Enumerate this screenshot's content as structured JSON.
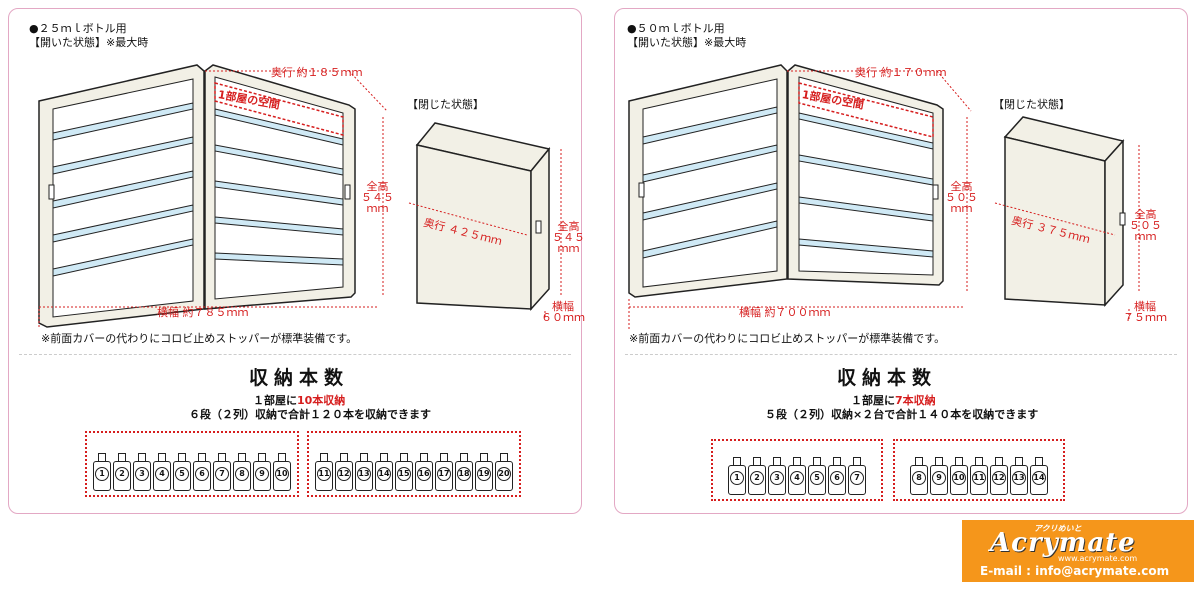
{
  "left": {
    "header_line1": "●２５ｍｌボトル用",
    "header_line2": "【開いた状態】※最大時",
    "room_label": "1部屋の空間",
    "dim_depth_open": "奥行 約１８５ｍｍ",
    "dim_height_open": [
      "全高",
      "５４５",
      "ｍｍ"
    ],
    "dim_width_open": "横幅 約７８５ｍｍ",
    "closed_label": "【閉じた状態】",
    "dim_depth_closed": "奥行 ４２５ｍｍ",
    "dim_height_closed": [
      "全高",
      "５４５",
      "ｍｍ"
    ],
    "dim_width_closed": [
      "横幅",
      "６０ｍｍ"
    ],
    "note": "※前面カバーの代わりにコロビ止めストッパーが標準装備です。",
    "cap_title": "収納本数",
    "cap_line1_pre": "１部屋に",
    "cap_line1_hl": "10本収納",
    "cap_line2": "６段（２列）収納で合計１２０本を収納できます",
    "group1": [
      "1",
      "2",
      "3",
      "4",
      "5",
      "6",
      "7",
      "8",
      "9",
      "10"
    ],
    "group2": [
      "11",
      "12",
      "13",
      "14",
      "15",
      "16",
      "17",
      "18",
      "19",
      "20"
    ]
  },
  "right": {
    "header_line1": "●５０ｍｌボトル用",
    "header_line2": "【開いた状態】※最大時",
    "room_label": "1部屋の空間",
    "dim_depth_open": "奥行 約１７０ｍｍ",
    "dim_height_open": [
      "全高",
      "５０５",
      "ｍｍ"
    ],
    "dim_width_open": "横幅 約７００ｍｍ",
    "closed_label": "【閉じた状態】",
    "dim_depth_closed": "奥行 ３７５ｍｍ",
    "dim_height_closed": [
      "全高",
      "５０５",
      "ｍｍ"
    ],
    "dim_width_closed": [
      "横幅",
      "７５ｍｍ"
    ],
    "note": "※前面カバーの代わりにコロビ止めストッパーが標準装備です。",
    "cap_title": "収納本数",
    "cap_line1_pre": "１部屋に",
    "cap_line1_hl": "7本収納",
    "cap_line2": "５段（２列）収納×２台で合計１４０本を収納できます",
    "group1": [
      "1",
      "2",
      "3",
      "4",
      "5",
      "6",
      "7"
    ],
    "group2": [
      "8",
      "9",
      "10",
      "11",
      "12",
      "13",
      "14"
    ]
  },
  "brand": {
    "kana": "アクリめいと",
    "name": "Acrymate",
    "url": "www.acrymate.com",
    "email": "E-mail : info@acrymate.com"
  },
  "colors": {
    "accent_red": "#d61e1e",
    "frame_pink": "#e3a8c4",
    "brand_orange": "#f5961b",
    "shelf_blue": "#cfe9f5"
  }
}
